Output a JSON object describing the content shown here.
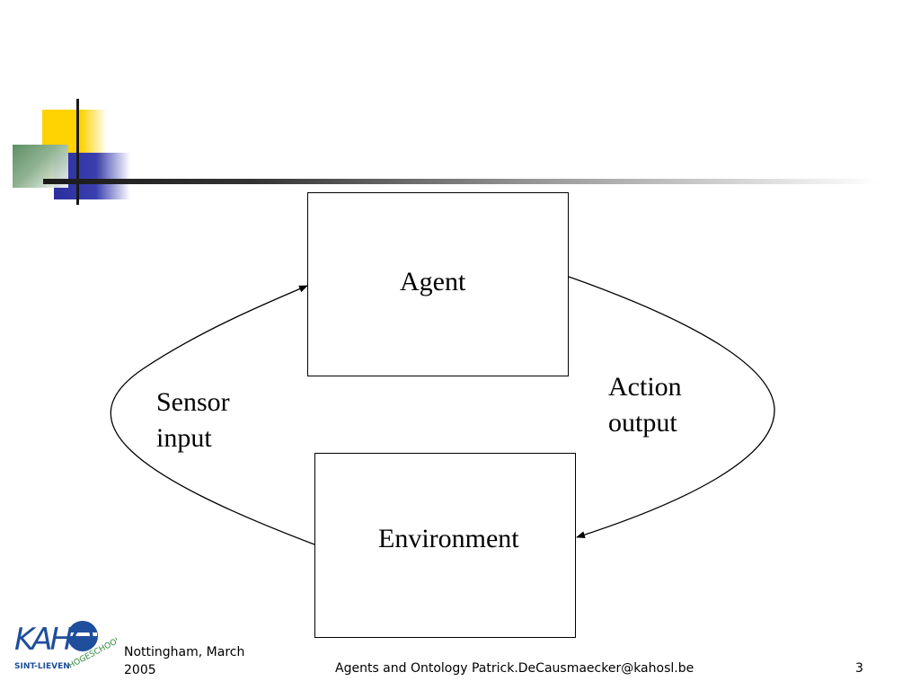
{
  "diagram": {
    "agent_label": "Agent",
    "environment_label": "Environment",
    "sensor_label_line1": "Sensor",
    "sensor_label_line2": "input",
    "action_label_line1": "Action",
    "action_label_line2": "output"
  },
  "footer": {
    "date_line1": "Nottingham, March",
    "date_line2": "2005",
    "center_text": "Agents and Ontology  Patrick.DeCausmaecker@kahosl.be",
    "page_number": "3"
  },
  "logo": {
    "wordmark": "KAHO",
    "subtitle_left": "SINT-LIEVEN",
    "subtitle_right": "HOGESCHOOL"
  },
  "colors": {
    "ornament_yellow": "#ffd200",
    "ornament_blue": "#2b2f9e",
    "ornament_green": "#5f8f63",
    "logo_blue": "#1f4e9c",
    "logo_green": "#2e8b3a"
  }
}
